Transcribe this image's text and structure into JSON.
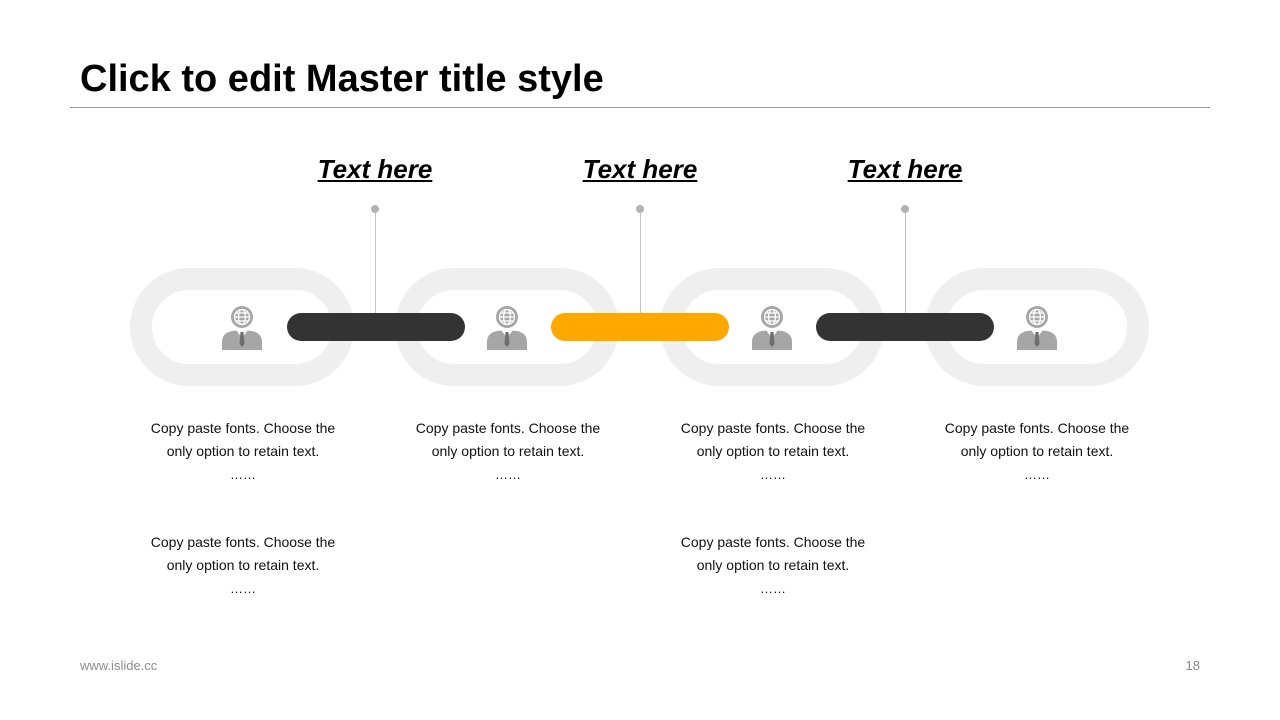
{
  "slide": {
    "title": "Click to edit Master title style",
    "footer_url": "www.islide.cc",
    "page_number": "18"
  },
  "headings": [
    {
      "text": "Text here"
    },
    {
      "text": "Text here"
    },
    {
      "text": "Text here"
    }
  ],
  "links": [
    {
      "icon": "businessman-globe-icon"
    },
    {
      "icon": "businessman-globe-icon"
    },
    {
      "icon": "businessman-globe-icon"
    },
    {
      "icon": "businessman-globe-icon"
    }
  ],
  "bars": [
    {
      "color": "#333333"
    },
    {
      "color": "#FFA800"
    },
    {
      "color": "#333333"
    }
  ],
  "captions_top": [
    {
      "line1": "Copy paste fonts. Choose the",
      "line2": "only option to retain text.",
      "dots": "……"
    },
    {
      "line1": "Copy paste fonts. Choose the",
      "line2": "only option to retain text.",
      "dots": "……"
    },
    {
      "line1": "Copy paste fonts. Choose the",
      "line2": "only option to retain text.",
      "dots": "……"
    },
    {
      "line1": "Copy paste fonts. Choose the",
      "line2": "only option to retain text.",
      "dots": "……"
    }
  ],
  "captions_bottom": [
    {
      "line1": "Copy paste fonts. Choose the",
      "line2": "only option to retain text.",
      "dots": "……"
    },
    {
      "line1": "Copy paste fonts. Choose the",
      "line2": "only option to retain text.",
      "dots": "……"
    }
  ],
  "colors": {
    "accent": "#FFA800",
    "dark": "#333333",
    "ring": "#EFEFEF",
    "icon": "#A6A6A6"
  }
}
